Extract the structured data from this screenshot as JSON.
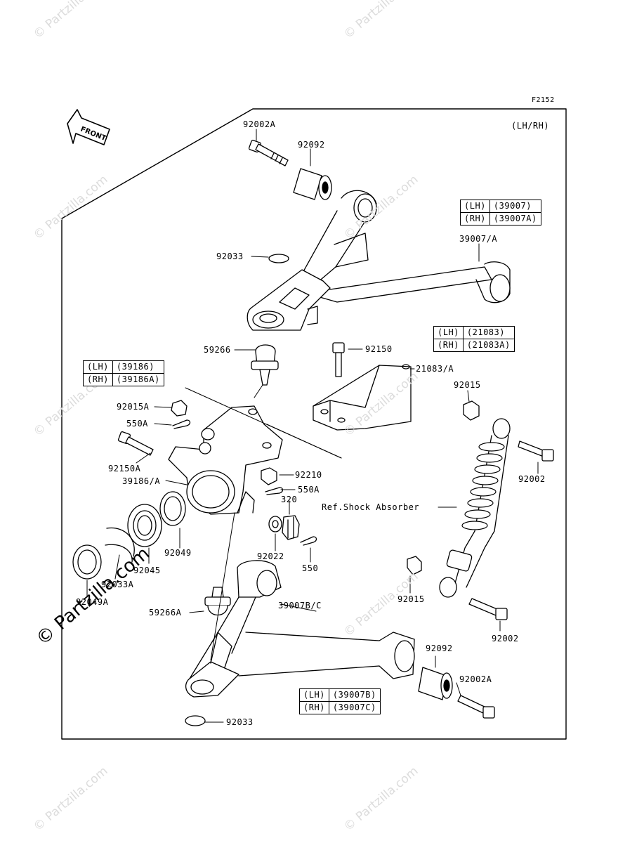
{
  "diagram_code": "F2152",
  "variant": "(LH/RH)",
  "front_label": "FRONT",
  "watermark": "© Partzilla.com",
  "callouts": {
    "p92002A_top": "92002A",
    "p92092_top": "92092",
    "p39007_A": "39007/A",
    "p92033_top": "92033",
    "p59266": "59266",
    "p92150": "92150",
    "p21083_A": "21083/A",
    "p92015_right": "92015",
    "p92015A": "92015A",
    "p550A_top": "550A",
    "p92150A": "92150A",
    "p39186_A": "39186/A",
    "p92210": "92210",
    "p550A_mid": "550A",
    "p320": "320",
    "ref_shock": "Ref.Shock Absorber",
    "p92002_right": "92002",
    "p92049": "92049",
    "p92045": "92045",
    "p92033A": "92033A",
    "p92049A": "92049A",
    "p92022": "92022",
    "p550": "550",
    "p92015_low": "92015",
    "p59266A": "59266A",
    "p39007B_C": "39007B/C",
    "p92002_low": "92002",
    "p92092_low": "92092",
    "p92002A_low": "92002A",
    "p92033_low": "92033"
  },
  "tables": {
    "arm_upper": [
      [
        "(LH)",
        "(39007)"
      ],
      [
        "(RH)",
        "(39007A)"
      ]
    ],
    "bracket": [
      [
        "(LH)",
        "(21083)"
      ],
      [
        "(RH)",
        "(21083A)"
      ]
    ],
    "knuckle": [
      [
        "(LH)",
        "(39186)"
      ],
      [
        "(RH)",
        "(39186A)"
      ]
    ],
    "arm_lower": [
      [
        "(LH)",
        "(39007B)"
      ],
      [
        "(RH)",
        "(39007C)"
      ]
    ]
  }
}
